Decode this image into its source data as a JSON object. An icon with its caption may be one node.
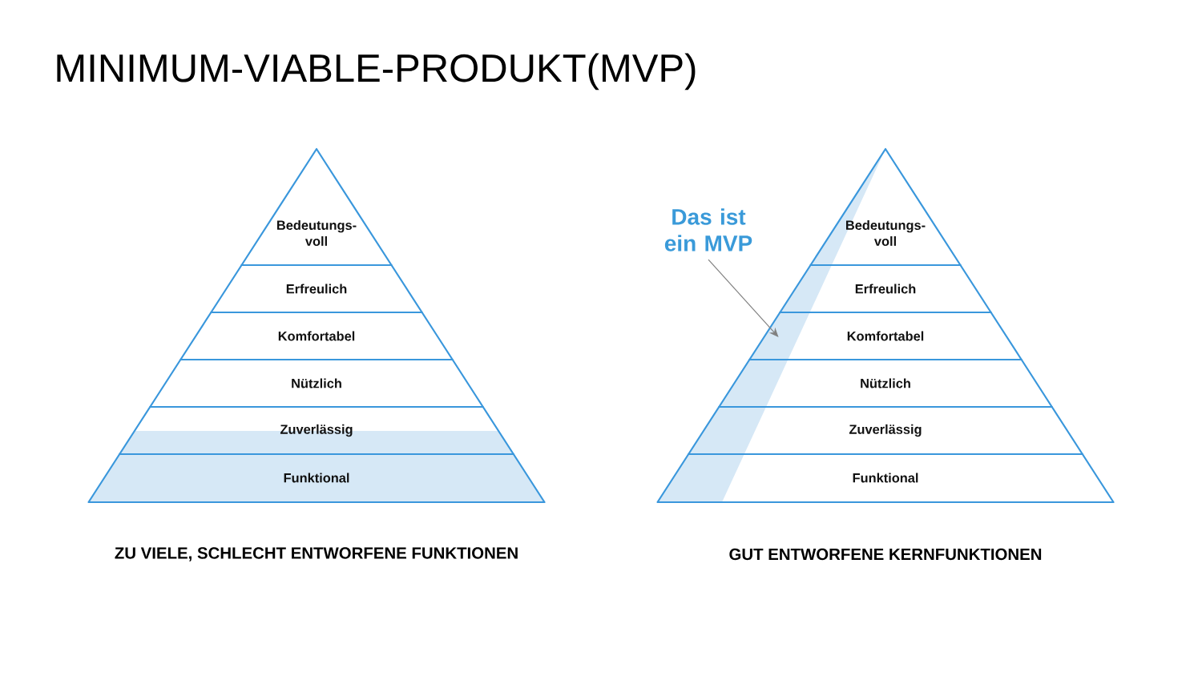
{
  "diagram": {
    "title": "MINIMUM-VIABLE-PRODUKT(MVP)",
    "nodes": [
      {
        "text": [
          "Bedeutungs- voll"
        ]
      },
      {
        "text": [
          "Erfreulich"
        ]
      },
      {
        "text": [
          "Komfortabel"
        ]
      },
      {
        "text": [
          "Nützlich"
        ]
      },
      {
        "text": [
          "Zuverlässig"
        ]
      },
      {
        "text": [
          "Funktional"
        ]
      },
      {
        "text": [
          "Das ist ein MVP"
        ]
      },
      {
        "text": [
          "Bedeutungs- voll"
        ]
      },
      {
        "text": [
          "Erfreulich"
        ]
      },
      {
        "text": [
          "Komfortabel"
        ]
      },
      {
        "text": [
          "Nützlich"
        ]
      },
      {
        "text": [
          "Zuverlässig"
        ]
      },
      {
        "text": [
          "Funktional"
        ]
      }
    ],
    "edges": [
      {
        "from": 6,
        "to": 9,
        "arrow": "to"
      }
    ],
    "labels": [
      "ZU VIELE, SCHLECHT ENTWORFENE FUNKTIONEN",
      "GUT ENTWORFENE KERNFUNKTIONEN"
    ]
  }
}
